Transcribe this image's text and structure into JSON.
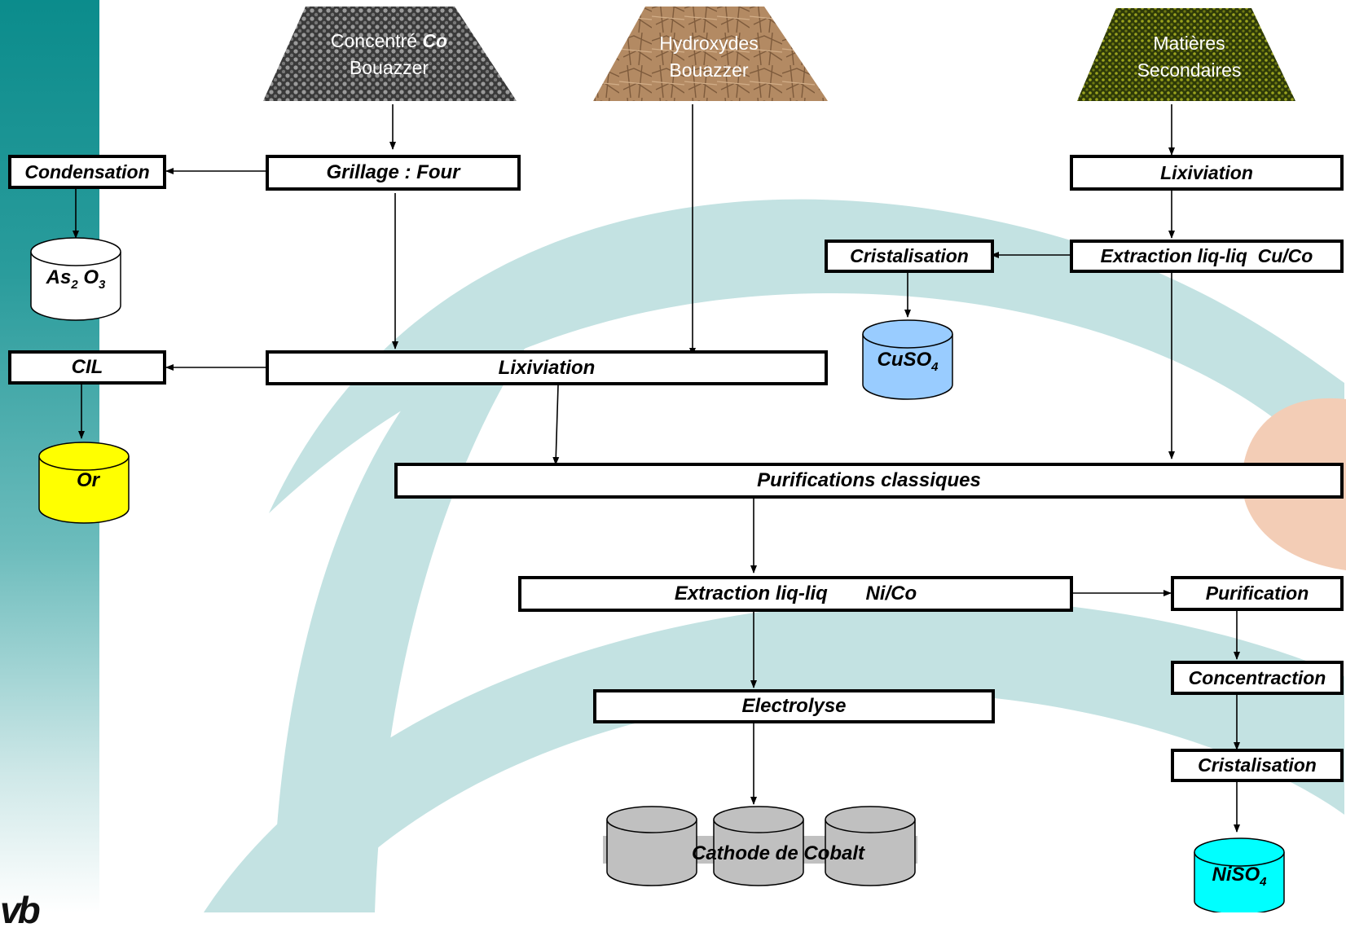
{
  "piles": {
    "co": {
      "line1_text": "Concentré",
      "line1_bold": "Co",
      "line2": "Bouazzer"
    },
    "hydroxydes": {
      "line1": "Hydroxydes",
      "line2": "Bouazzer"
    },
    "secondaires": {
      "line1": "Matières",
      "line2": "Secondaires"
    }
  },
  "boxes": {
    "condensation": "Condensation",
    "grillage": "Grillage : Four",
    "lixiviation_right": "Lixiviation",
    "cristalisation_top": "Cristalisation",
    "extraction_cuco": "Extraction liq-liq  Cu/Co",
    "cil": "CIL",
    "lixiviation_main": "Lixiviation",
    "purifications": "Purifications classiques",
    "extraction_nico": "Extraction liq-liq       Ni/Co",
    "purification": "Purification",
    "concentraction": "Concentraction",
    "electrolyse": "Electrolyse",
    "cristalisation_bottom": "Cristalisation"
  },
  "products": {
    "as2o3": {
      "main1": "As",
      "sub1": "2",
      "main2": " O",
      "sub2": "3"
    },
    "or": "Or",
    "cuso4": {
      "main": "CuSO",
      "sub": "4"
    },
    "cathode": "Cathode de Cobalt",
    "niso4": {
      "main": "NiSO",
      "sub": "4"
    }
  },
  "logo": "vb",
  "colors": {
    "sidebar": "#0b8c8c",
    "swoosh": "#c3e2e2",
    "peach": "#f3cdb6",
    "as2o3": "#ffffff",
    "or": "#ffff00",
    "cuso4": "#99ccff",
    "cathode": "#c0c0c0",
    "niso4": "#00ffff"
  }
}
